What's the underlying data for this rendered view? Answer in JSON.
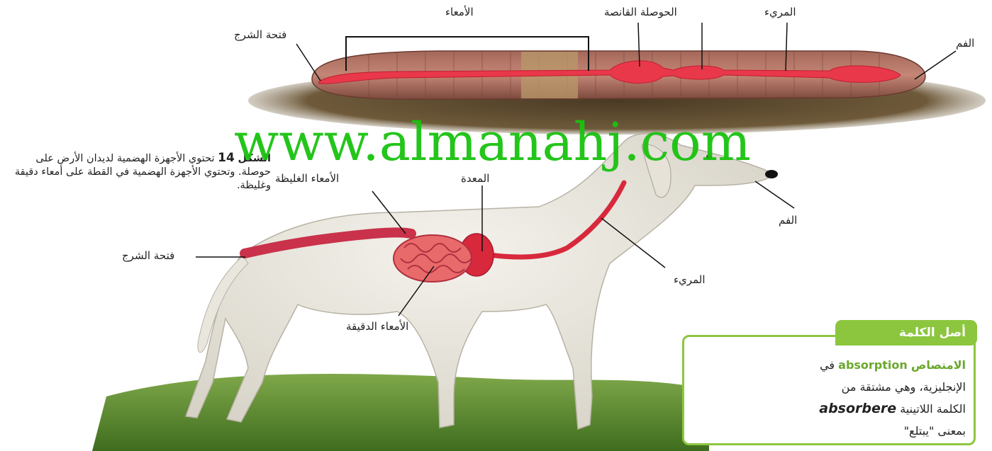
{
  "earthworm": {
    "labels": {
      "intestine": "الأمعاء",
      "gizzard": "الحوصلة القانصة",
      "esophagus": "المريء",
      "anus": "فتحة الشرج",
      "mouth": "الفم"
    }
  },
  "caption": {
    "prefix": "الشكل",
    "number": "14",
    "text": "تحتوي الأجهزة الهضمية لديدان الأرض على حوصلة. وتحتوي الأجهزة الهضمية في القطة على أمعاء دقيقة وغليظة."
  },
  "dog": {
    "labels": {
      "large_intestine": "الأمعاء الغليظة",
      "stomach": "المعدة",
      "mouth": "الفم",
      "anus": "فتحة الشرج",
      "esophagus": "المريء",
      "small_intestine": "الأمعاء الدقيقة"
    }
  },
  "watermark": "www.almanahj.com",
  "word_origin": {
    "title": "أصل الكلمة",
    "term_ar": "الامتصاص",
    "term_en": "absorption",
    "line1_tail": "في",
    "line2": "الإنجليزية، وهي مشتقة من",
    "line3_pre": "الكلمة اللاتينية",
    "latin": "absorbere",
    "line4": "بمعنى \"يبتلع\""
  },
  "colors": {
    "accent_green": "#8cc63f",
    "watermark_green": "#19c20f",
    "gut_red": "#e23a4a"
  }
}
